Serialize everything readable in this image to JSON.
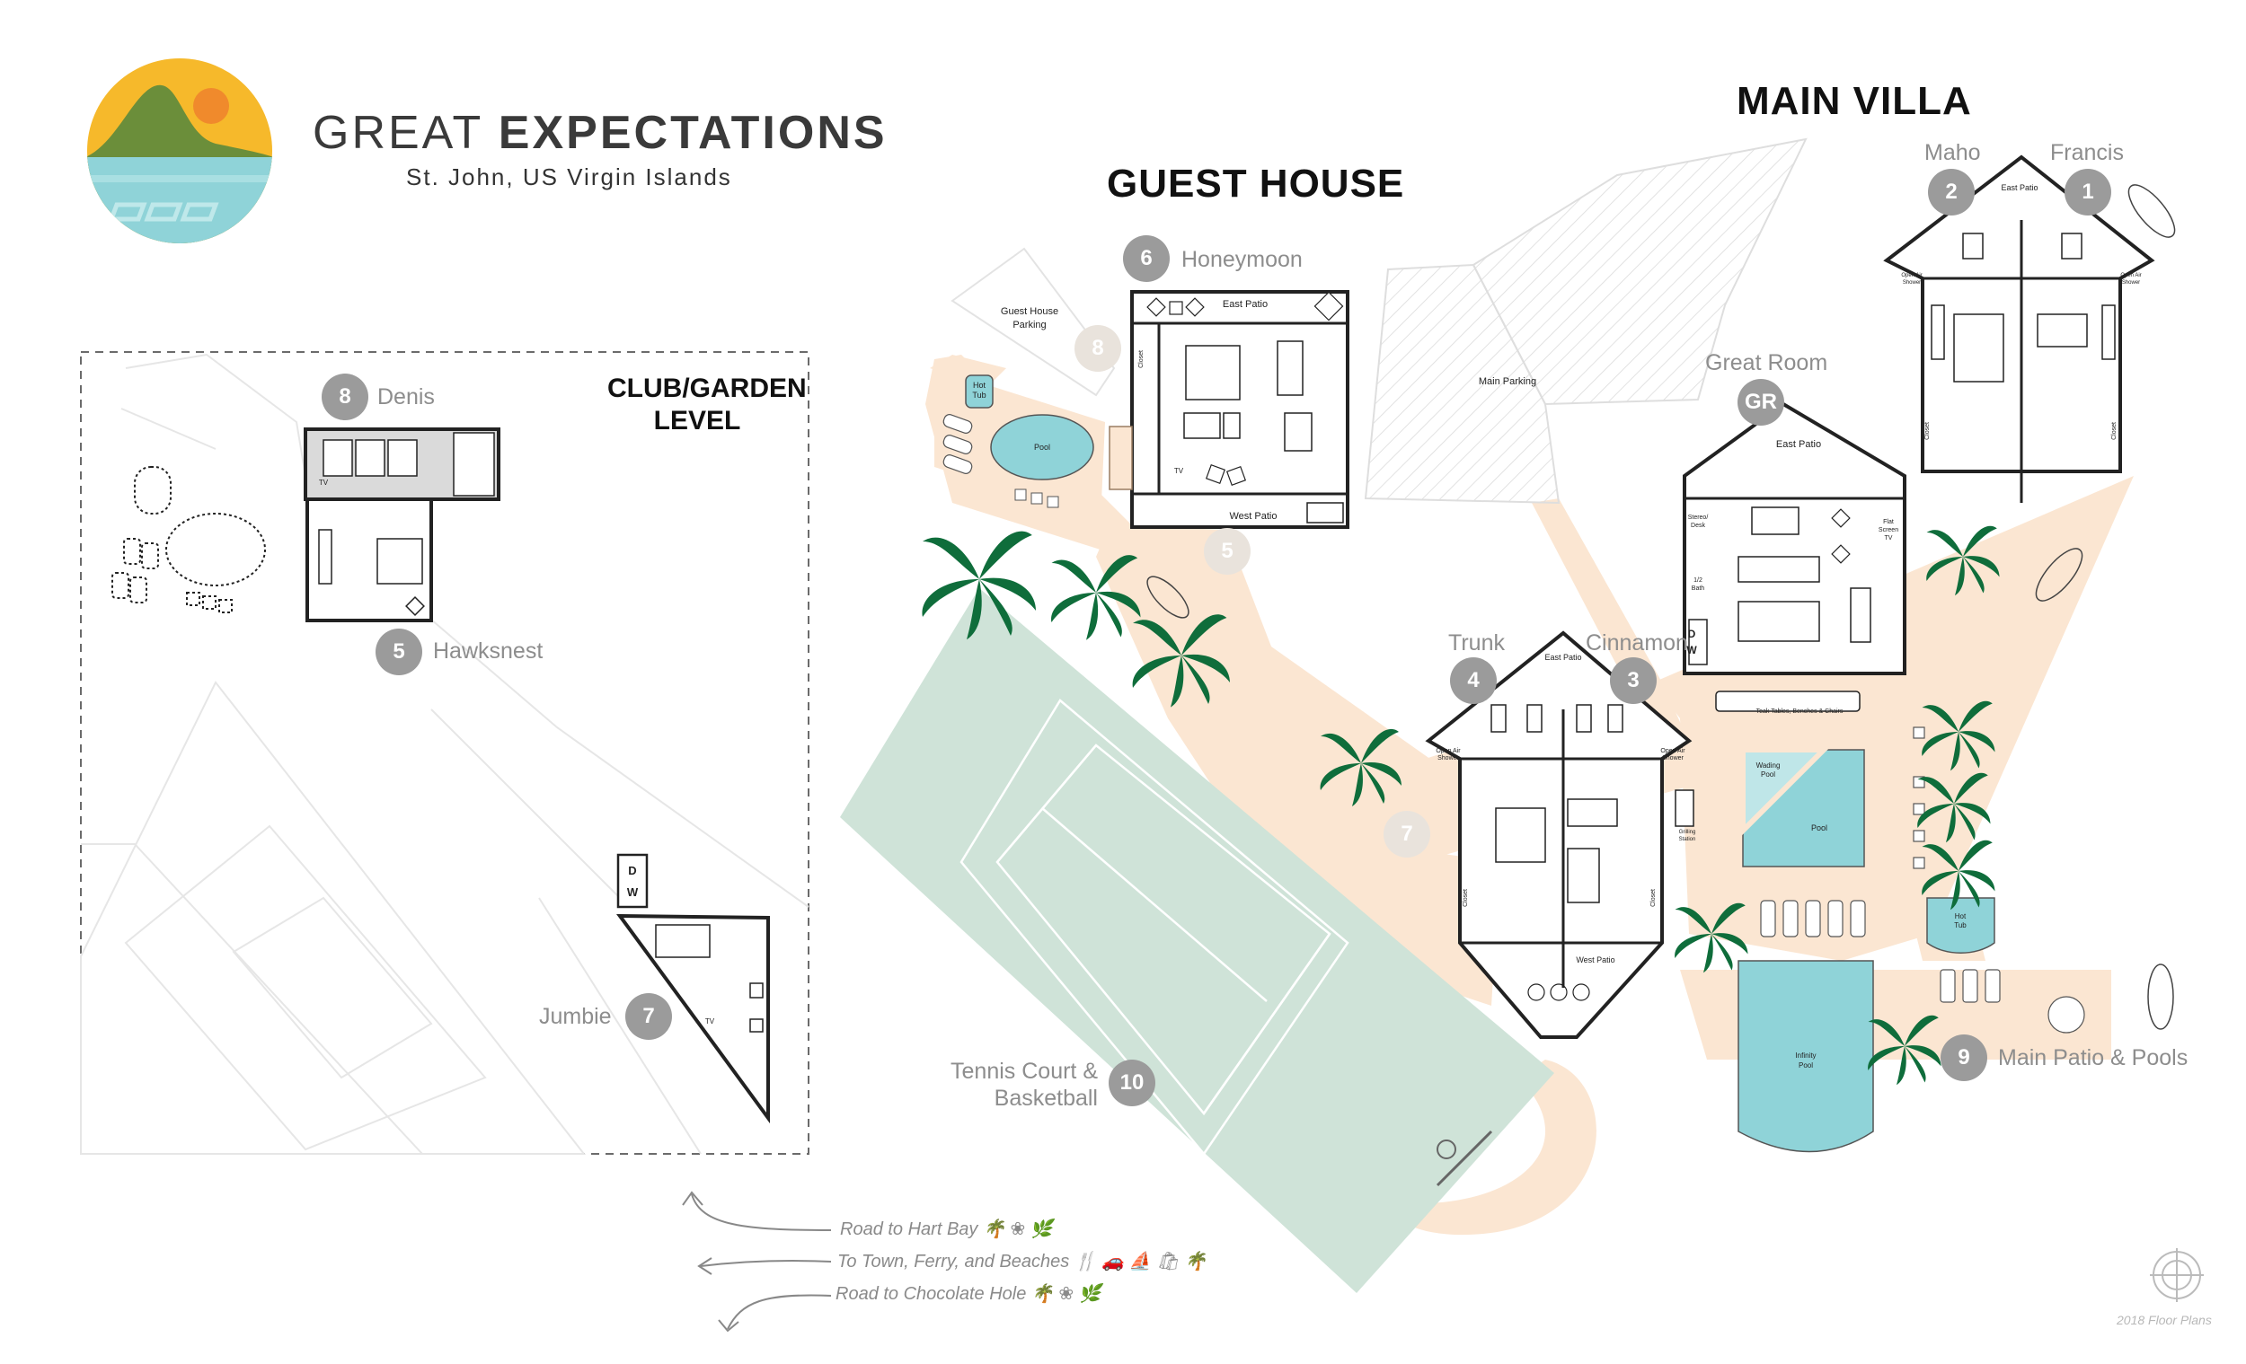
{
  "brand": {
    "name_light": "GREAT ",
    "name_bold": "EXPECTATIONS",
    "location": "St. John, US Virgin Islands",
    "colors": {
      "sun": "#f6b92b",
      "hill": "#6b8e3a",
      "sea": "#8fd3d8",
      "orange_sun": "#f08a2c"
    }
  },
  "sections": {
    "main_villa": "MAIN VILLA",
    "guest_house": "GUEST HOUSE",
    "club_garden": [
      "CLUB/GARDEN",
      "LEVEL"
    ]
  },
  "rooms": [
    {
      "num": "1",
      "name": "Francis"
    },
    {
      "num": "2",
      "name": "Maho"
    },
    {
      "num": "3",
      "name": "Cinnamon"
    },
    {
      "num": "4",
      "name": "Trunk"
    },
    {
      "num": "5",
      "name": "Hawksnest"
    },
    {
      "num": "6",
      "name": "Honeymoon"
    },
    {
      "num": "7",
      "name": "Jumbie"
    },
    {
      "num": "8",
      "name": "Denis"
    },
    {
      "num": "9",
      "name": "Main Patio & Pools"
    },
    {
      "num": "10",
      "name": "Tennis Court & Basketball",
      "name_lines": [
        "Tennis Court &",
        "Basketball"
      ]
    },
    {
      "num": "GR",
      "name": "Great Room"
    }
  ],
  "faded_markers": [
    "8",
    "5",
    "7"
  ],
  "small_labels": {
    "east_patio": "East Patio",
    "west_patio": "West Patio",
    "guest_parking": [
      "Guest House",
      "Parking"
    ],
    "main_parking": "Main Parking",
    "hot_tub": [
      "Hot",
      "Tub"
    ],
    "pool": "Pool",
    "wading_pool": [
      "Wading",
      "Pool"
    ],
    "infinity_pool": [
      "Infinity",
      "Pool"
    ],
    "teak": "Teak Tables, Benches & Chairs",
    "open_air_shower": [
      "Open Air",
      "Shower"
    ],
    "closet": "Closet",
    "stereo_desk": [
      "Stereo/",
      "Desk"
    ],
    "flat_screen": [
      "Flat",
      "Screen",
      "TV"
    ],
    "half_bath": [
      "1/2",
      "Bath"
    ],
    "grilling": [
      "Grilling",
      "Station"
    ],
    "tv": "TV",
    "w": "W",
    "d": "D"
  },
  "roads": [
    {
      "label": "Road to Hart Bay",
      "icons": "🌴 ❀ 🌿"
    },
    {
      "label": "To Town, Ferry, and Beaches",
      "icons": "🍴 🚗 ⛵ 🛍 🌴"
    },
    {
      "label": "Road to Chocolate Hole",
      "icons": "🌴 ❀ 🌿"
    }
  ],
  "copyright": "2018 Floor Plans",
  "icons": [
    "compass-icon",
    "palm-tree-icon",
    "arrow-icon",
    "logo-icon"
  ]
}
